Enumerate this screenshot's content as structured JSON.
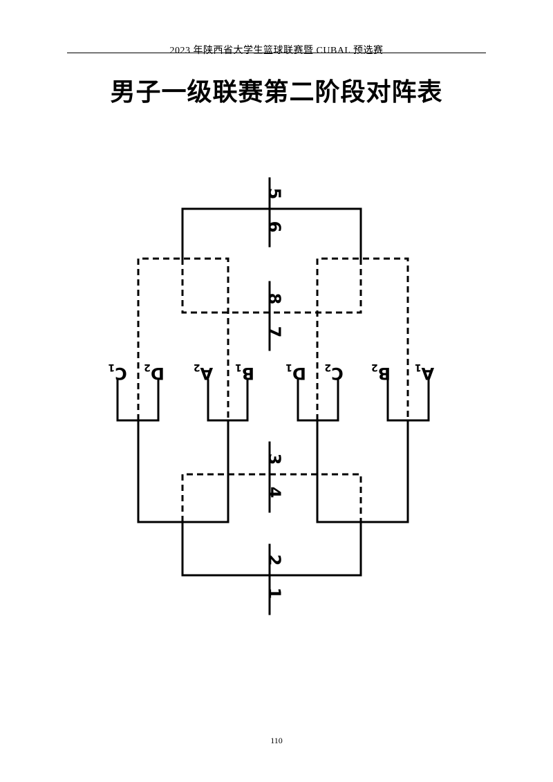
{
  "header": {
    "running_title": "2023 年陕西省大学生篮球联赛暨 CUBAL 预选赛"
  },
  "title": "男子一级联赛第二阶段对阵表",
  "page_number": "110",
  "bracket": {
    "teams": [
      {
        "letter": "C",
        "sub": "1"
      },
      {
        "letter": "D",
        "sub": "2"
      },
      {
        "letter": "A",
        "sub": "2"
      },
      {
        "letter": "B",
        "sub": "1"
      },
      {
        "letter": "D",
        "sub": "1"
      },
      {
        "letter": "C",
        "sub": "2"
      },
      {
        "letter": "B",
        "sub": "2"
      },
      {
        "letter": "A",
        "sub": "1"
      }
    ],
    "places": [
      "5",
      "6",
      "8",
      "7",
      "3",
      "4",
      "2",
      "1"
    ]
  }
}
